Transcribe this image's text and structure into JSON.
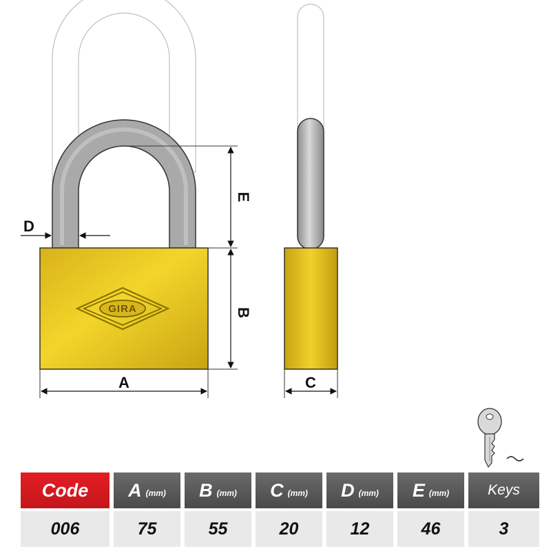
{
  "diagram": {
    "brand": "GIRA",
    "dimension_labels": {
      "a": "A",
      "b": "B",
      "c": "C",
      "d": "D",
      "e": "E"
    },
    "colors": {
      "body": "#e6c21c",
      "shackle": "#a7a7a7",
      "outline": "#333333",
      "header": "#555555",
      "code_header": "#d71920"
    }
  },
  "spec_table": {
    "headers": [
      {
        "label": "Code",
        "unit": ""
      },
      {
        "label": "A",
        "unit": "(mm)"
      },
      {
        "label": "B",
        "unit": "(mm)"
      },
      {
        "label": "C",
        "unit": "(mm)"
      },
      {
        "label": "D",
        "unit": "(mm)"
      },
      {
        "label": "E",
        "unit": "(mm)"
      },
      {
        "label": "Keys",
        "unit": ""
      }
    ],
    "values": [
      "006",
      "75",
      "55",
      "20",
      "12",
      "46",
      "3"
    ]
  }
}
